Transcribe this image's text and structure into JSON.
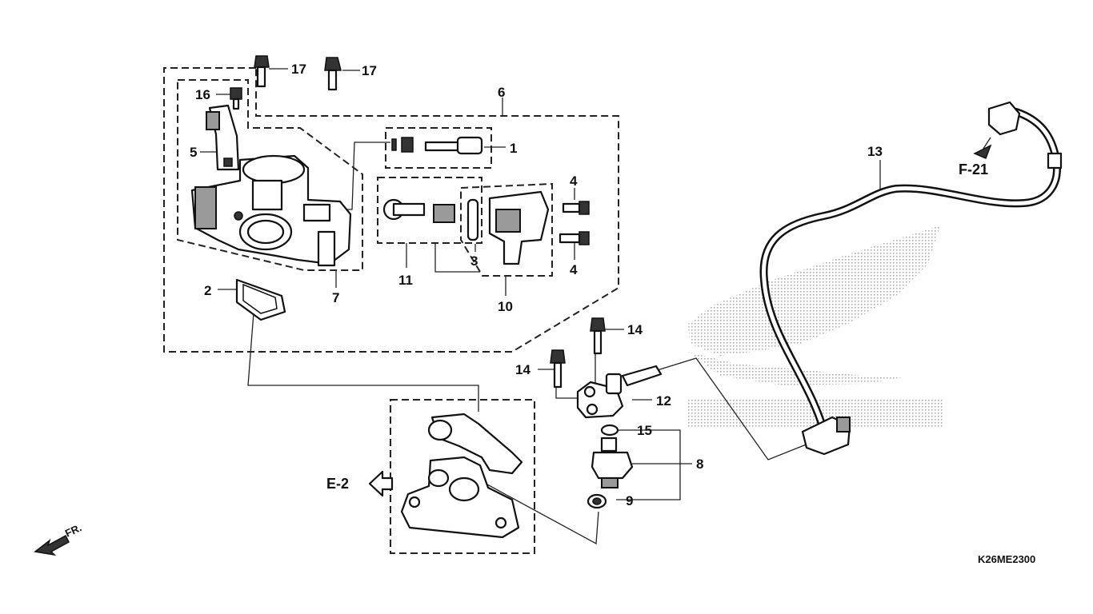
{
  "callouts": {
    "p1": "1",
    "p2": "2",
    "p3": "3",
    "p4a": "4",
    "p4b": "4",
    "p5": "5",
    "p6": "6",
    "p7": "7",
    "p8": "8",
    "p9": "9",
    "p10": "10",
    "p11": "11",
    "p12": "12",
    "p13": "13",
    "p14a": "14",
    "p14b": "14",
    "p15": "15",
    "p16": "16",
    "p17a": "17",
    "p17b": "17"
  },
  "references": {
    "e2": "E-2",
    "f21": "F-21",
    "front": "FR."
  },
  "diagram_code": "K26ME2300",
  "colors": {
    "ink": "#111111",
    "watermark": "#bdbdbd",
    "background": "#ffffff"
  }
}
